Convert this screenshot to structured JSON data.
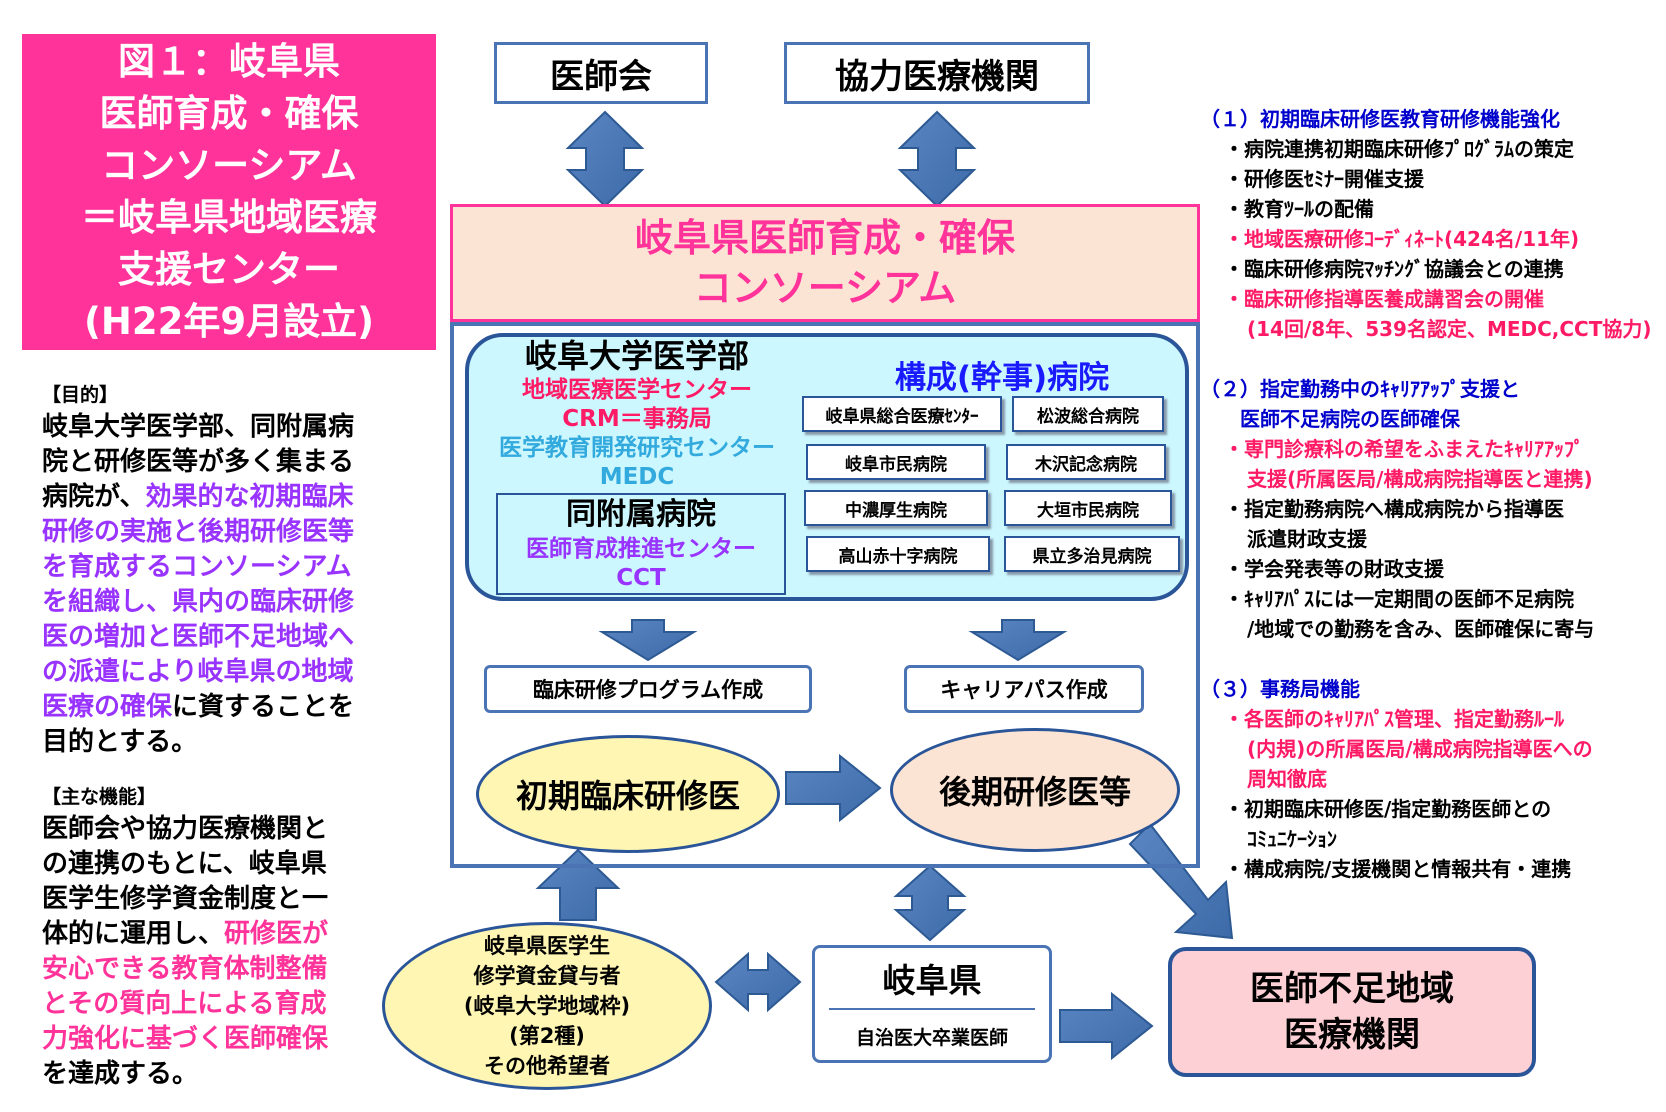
{
  "title_box": {
    "lines": [
      "図１：岐阜県",
      "医師育成・確保",
      "コンソーシアム",
      "＝岐阜県地域医療",
      "支援センター",
      "(H22年9月設立)"
    ]
  },
  "purpose": {
    "label": "【目的】",
    "lines": [
      {
        "parts": [
          {
            "t": "岐阜大学医学部、同附属病",
            "c": ""
          }
        ]
      },
      {
        "parts": [
          {
            "t": "院と研修医等が多く集まる",
            "c": ""
          }
        ]
      },
      {
        "parts": [
          {
            "t": "病院が、",
            "c": ""
          },
          {
            "t": "効果的な初期臨床",
            "c": "purple"
          }
        ]
      },
      {
        "parts": [
          {
            "t": "研修の実施と後期研修医等",
            "c": "purple"
          }
        ]
      },
      {
        "parts": [
          {
            "t": "を育成するコンソーシアム",
            "c": "purple"
          }
        ]
      },
      {
        "parts": [
          {
            "t": "を組織し、県内の臨床研修",
            "c": "purple"
          }
        ]
      },
      {
        "parts": [
          {
            "t": "医の増加と医師不足地域へ",
            "c": "purple"
          }
        ]
      },
      {
        "parts": [
          {
            "t": "の派遣により岐阜県の地域",
            "c": "purple"
          }
        ]
      },
      {
        "parts": [
          {
            "t": "医療の確保",
            "c": "purple"
          },
          {
            "t": "に資することを",
            "c": ""
          }
        ]
      },
      {
        "parts": [
          {
            "t": "目的とする。",
            "c": ""
          }
        ]
      }
    ]
  },
  "functions": {
    "label": "【主な機能】",
    "lines": [
      {
        "parts": [
          {
            "t": "医師会や協力医療機関と",
            "c": ""
          }
        ]
      },
      {
        "parts": [
          {
            "t": "の連携のもとに、岐阜県",
            "c": ""
          }
        ]
      },
      {
        "parts": [
          {
            "t": "医学生修学資金制度と一",
            "c": ""
          }
        ]
      },
      {
        "parts": [
          {
            "t": "体的に運用し、",
            "c": ""
          },
          {
            "t": "研修医が",
            "c": "pink"
          }
        ]
      },
      {
        "parts": [
          {
            "t": "安心できる教育体制整備",
            "c": "pink"
          }
        ]
      },
      {
        "parts": [
          {
            "t": "とその質向上による育成",
            "c": "pink"
          }
        ]
      },
      {
        "parts": [
          {
            "t": "力強化に基づく医師確保",
            "c": "pink"
          }
        ]
      },
      {
        "parts": [
          {
            "t": "を達成する。",
            "c": ""
          }
        ]
      }
    ]
  },
  "top_boxes": {
    "ishikai": "医師会",
    "kyoryoku": "協力医療機関"
  },
  "consortium": {
    "line1": "岐阜県医師育成・確保",
    "line2": "コンソーシアム"
  },
  "gifu_univ": {
    "title": "岐阜大学医学部",
    "l1": "地域医療医学センター",
    "l2": "CRM＝事務局",
    "l3": "医学教育開発研究センター",
    "l4": "MEDC"
  },
  "hospital": {
    "title": "同附属病院",
    "l1": "医師育成推進センター",
    "l2": "CCT"
  },
  "kosei": {
    "title": "構成(幹事)病院",
    "hospitals": [
      "岐阜県総合医療ｾﾝﾀｰ",
      "松波総合病院",
      "岐阜市民病院",
      "木沢記念病院",
      "中濃厚生病院",
      "大垣市民病院",
      "高山赤十字病院",
      "県立多治見病院"
    ]
  },
  "programs": {
    "left": "臨床研修プログラム作成",
    "right": "キャリアパス作成"
  },
  "residents": {
    "initial": "初期臨床研修医",
    "later": "後期研修医等"
  },
  "students": {
    "lines": [
      "岐阜県医学生",
      "修学資金貸与者",
      "(岐阜大学地域枠)",
      "(第2種)",
      "その他希望者"
    ]
  },
  "gifu_ken": {
    "title": "岐阜県",
    "sub": "自治医大卒業医師"
  },
  "shortage": {
    "l1": "医師不足地域",
    "l2": "医療機関"
  },
  "right_sections": [
    {
      "heading": [
        "（１）初期臨床研修医教育研修機能強化"
      ],
      "items": [
        {
          "t": "・病院連携初期臨床研修ﾌﾟﾛｸﾞﾗﾑの策定",
          "c": "",
          "i": false
        },
        {
          "t": "・研修医ｾﾐﾅｰ開催支援",
          "c": "",
          "i": false
        },
        {
          "t": "・教育ﾂｰﾙの配備",
          "c": "",
          "i": false
        },
        {
          "t": "・地域医療研修ｺｰﾃﾞｨﾈｰﾄ(424名/11年)",
          "c": "red",
          "i": false
        },
        {
          "t": "・臨床研修病院ﾏｯﾁﾝｸﾞ協議会との連携",
          "c": "",
          "i": false
        },
        {
          "t": "・臨床研修指導医養成講習会の開催",
          "c": "red",
          "i": false
        },
        {
          "t": "(14回/8年、539名認定、MEDC,CCT協力)",
          "c": "red",
          "i": true
        }
      ]
    },
    {
      "heading": [
        "（２）指定勤務中のｷｬﾘｱｱｯﾌﾟ支援と",
        "　　医師不足病院の医師確保"
      ],
      "items": [
        {
          "t": "・専門診療科の希望をふまえたｷｬﾘｱｱｯﾌﾟ",
          "c": "red",
          "i": false
        },
        {
          "t": "支援(所属医局/構成病院指導医と連携)",
          "c": "red",
          "i": true
        },
        {
          "t": "・指定勤務病院へ構成病院から指導医",
          "c": "",
          "i": false
        },
        {
          "t": "派遣財政支援",
          "c": "",
          "i": true
        },
        {
          "t": "・学会発表等の財政支援",
          "c": "",
          "i": false
        },
        {
          "t": "・ｷｬﾘｱﾊﾟｽには一定期間の医師不足病院",
          "c": "",
          "i": false
        },
        {
          "t": "/地域での勤務を含み、医師確保に寄与",
          "c": "",
          "i": true
        }
      ]
    },
    {
      "heading": [
        "（３）事務局機能"
      ],
      "items": [
        {
          "t": "・各医師のｷｬﾘｱﾊﾟｽ管理、指定勤務ﾙｰﾙ",
          "c": "red",
          "i": false
        },
        {
          "t": "(内規)の所属医局/構成病院指導医への",
          "c": "red",
          "i": true
        },
        {
          "t": "周知徹底",
          "c": "red",
          "i": true
        },
        {
          "t": "・初期臨床研修医/指定勤務医師との",
          "c": "",
          "i": false
        },
        {
          "t": "ｺﾐｭﾆｹｰｼｮﾝ",
          "c": "",
          "i": true
        },
        {
          "t": "・構成病院/支援機関と情報共有・連携",
          "c": "",
          "i": false
        }
      ]
    }
  ]
}
